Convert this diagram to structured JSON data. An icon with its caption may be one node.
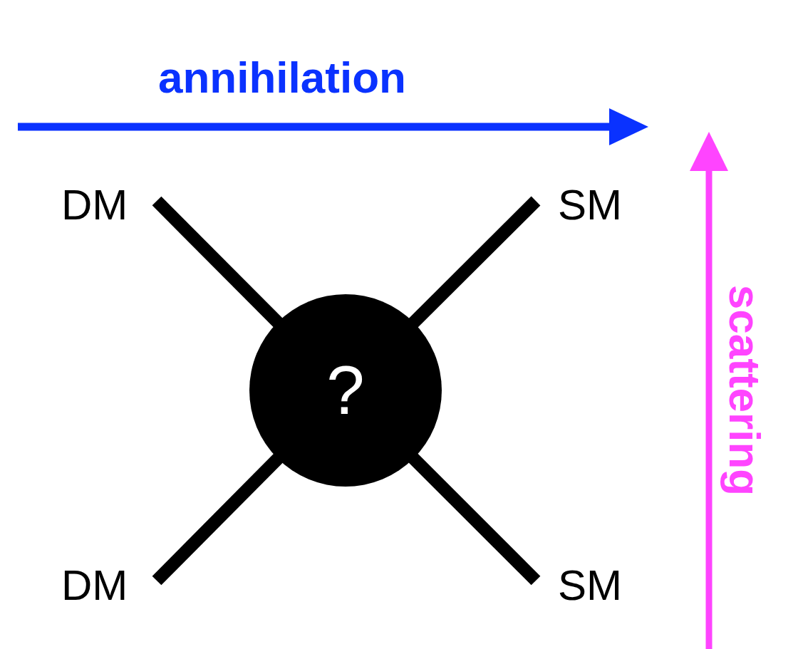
{
  "diagram": {
    "nodes": [
      {
        "text": [
          "DM"
        ]
      },
      {
        "text": [
          "SM"
        ]
      },
      {
        "text": [
          "DM"
        ]
      },
      {
        "text": [
          "SM"
        ]
      },
      {
        "text": [
          "?"
        ]
      }
    ],
    "edges": [
      {
        "from": 0,
        "to": 4,
        "arrow": "none"
      },
      {
        "from": 1,
        "to": 4,
        "arrow": "none"
      },
      {
        "from": 2,
        "to": 4,
        "arrow": "none"
      },
      {
        "from": 3,
        "to": 4,
        "arrow": "none"
      }
    ],
    "labels": [
      "annihilation",
      "scattering"
    ]
  }
}
